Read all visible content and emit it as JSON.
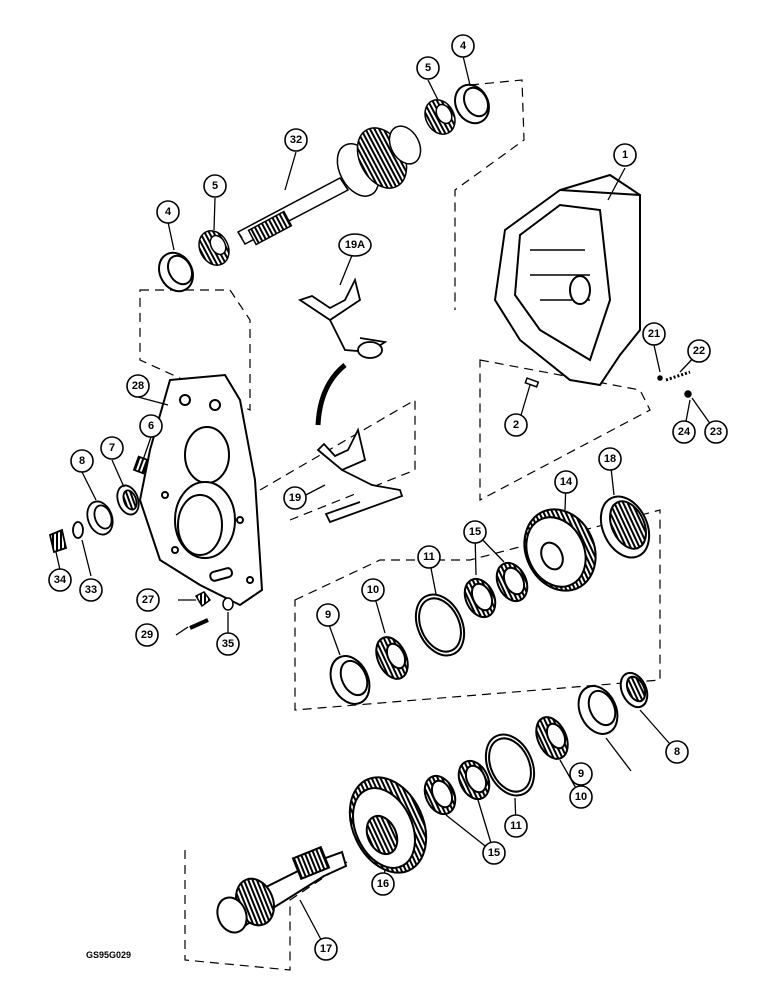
{
  "figure_code": "GS95G029",
  "callouts": [
    "1",
    "2",
    "4",
    "4",
    "5",
    "5",
    "6",
    "7",
    "8",
    "8",
    "9",
    "9",
    "10",
    "10",
    "11",
    "11",
    "14",
    "15",
    "15",
    "16",
    "17",
    "18",
    "19",
    "19A",
    "21",
    "22",
    "23",
    "24",
    "27",
    "28",
    "29",
    "32",
    "33",
    "34",
    "35"
  ]
}
